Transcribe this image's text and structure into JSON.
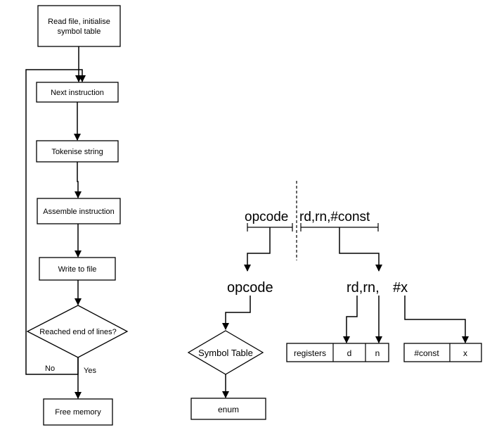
{
  "flowchart": {
    "read_file": [
      "Read file, initialise",
      "symbol table"
    ],
    "next_instruction": "Next instruction",
    "tokenise": "Tokenise string",
    "assemble": "Assemble instruction",
    "write": "Write to file",
    "decision": "Reached end of lines?",
    "no_label": "No",
    "yes_label": "Yes",
    "free_memory": "Free memory"
  },
  "parse_diagram": {
    "full_opcode": "opcode",
    "full_operands": "rd,rn,#const",
    "opcode": "opcode",
    "regs": "rd,rn,",
    "const": "#x",
    "symbol_table": "Symbol Table",
    "enum": "enum",
    "registers_table": {
      "label": "registers",
      "cells": [
        "d",
        "n"
      ]
    },
    "const_table": {
      "label": "#const",
      "cells": [
        "x"
      ]
    }
  }
}
